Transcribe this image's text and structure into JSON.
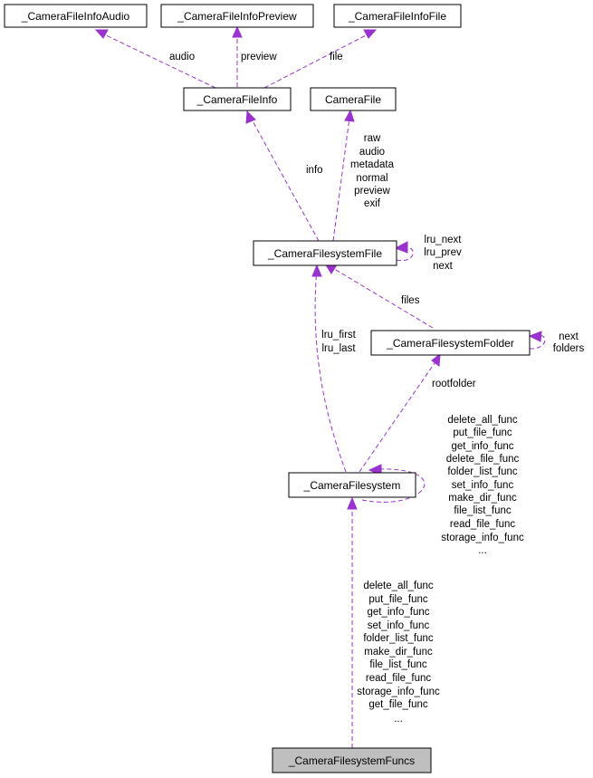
{
  "colors": {
    "edge": "#9a32cd",
    "focus_fill": "#bfbfbf",
    "node_fill": "#ffffff"
  },
  "nodes": {
    "audio_info": "_CameraFileInfoAudio",
    "preview_info": "_CameraFileInfoPreview",
    "file_info_file": "_CameraFileInfoFile",
    "file_info": "_CameraFileInfo",
    "camera_file": "CameraFile",
    "fs_file": "_CameraFilesystemFile",
    "fs_folder": "_CameraFilesystemFolder",
    "filesystem": "_CameraFilesystem",
    "fs_funcs": "_CameraFilesystemFuncs"
  },
  "edges": {
    "audio": [
      "audio"
    ],
    "preview": [
      "preview"
    ],
    "file": [
      "file"
    ],
    "info": [
      "info"
    ],
    "camera_file": [
      "raw",
      "audio",
      "metadata",
      "normal",
      "preview",
      "exif"
    ],
    "fs_file_self": [
      "lru_next",
      "lru_prev",
      "next"
    ],
    "files": [
      "files"
    ],
    "folder_self": [
      "next",
      "folders"
    ],
    "lru": [
      "lru_first",
      "lru_last"
    ],
    "rootfolder": [
      "rootfolder"
    ],
    "fs_self": [
      "delete_all_func",
      "put_file_func",
      "get_info_func",
      "delete_file_func",
      "folder_list_func",
      "set_info_func",
      "make_dir_func",
      "file_list_func",
      "read_file_func",
      "storage_info_func",
      "..."
    ],
    "funcs": [
      "delete_all_func",
      "put_file_func",
      "get_info_func",
      "set_info_func",
      "folder_list_func",
      "make_dir_func",
      "file_list_func",
      "read_file_func",
      "storage_info_func",
      "get_file_func",
      "..."
    ]
  }
}
